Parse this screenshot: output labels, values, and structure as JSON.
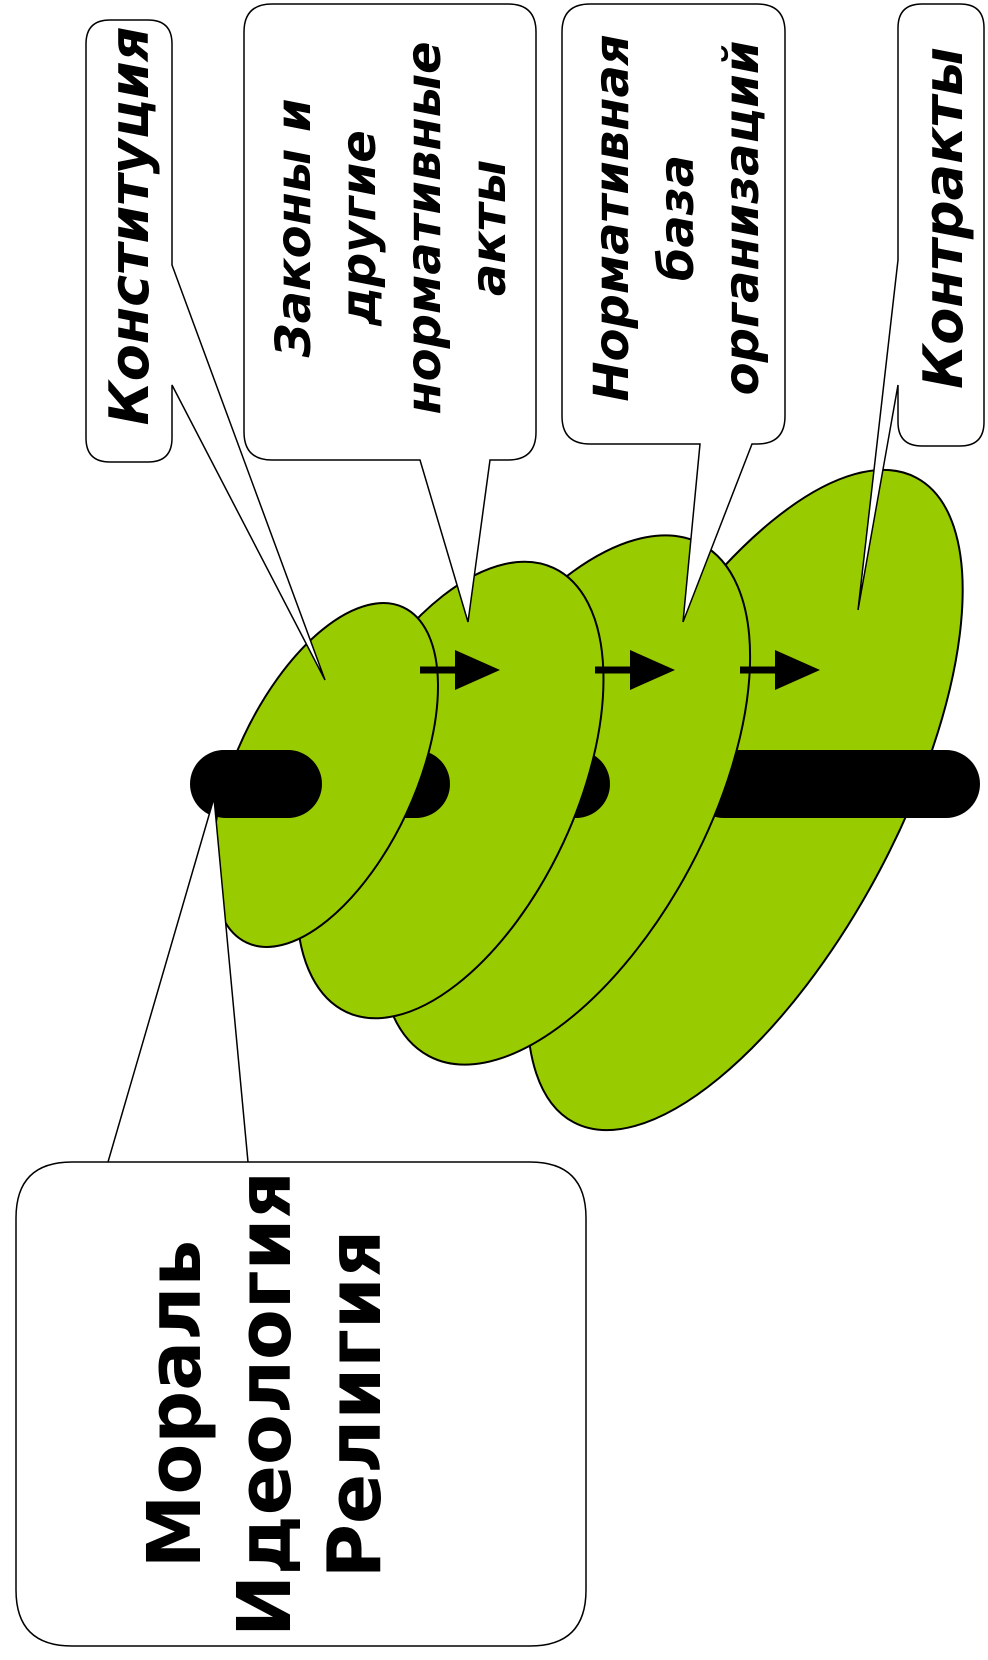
{
  "callouts": {
    "constitution": "Конституция",
    "laws": [
      "Законы и",
      "другие",
      "нормативные",
      "акты"
    ],
    "org_base": [
      "Нормативная",
      "база",
      "организаций"
    ],
    "contracts": "Контракты",
    "foundation": [
      "Мораль",
      "Идеология",
      "Религия"
    ]
  },
  "colors": {
    "disk_fill": "#99CC00",
    "outline": "#000000",
    "rod": "#000000",
    "callout_fill": "#FFFFFF"
  },
  "arrows": [
    "arrow-right-icon",
    "arrow-right-icon",
    "arrow-right-icon"
  ]
}
